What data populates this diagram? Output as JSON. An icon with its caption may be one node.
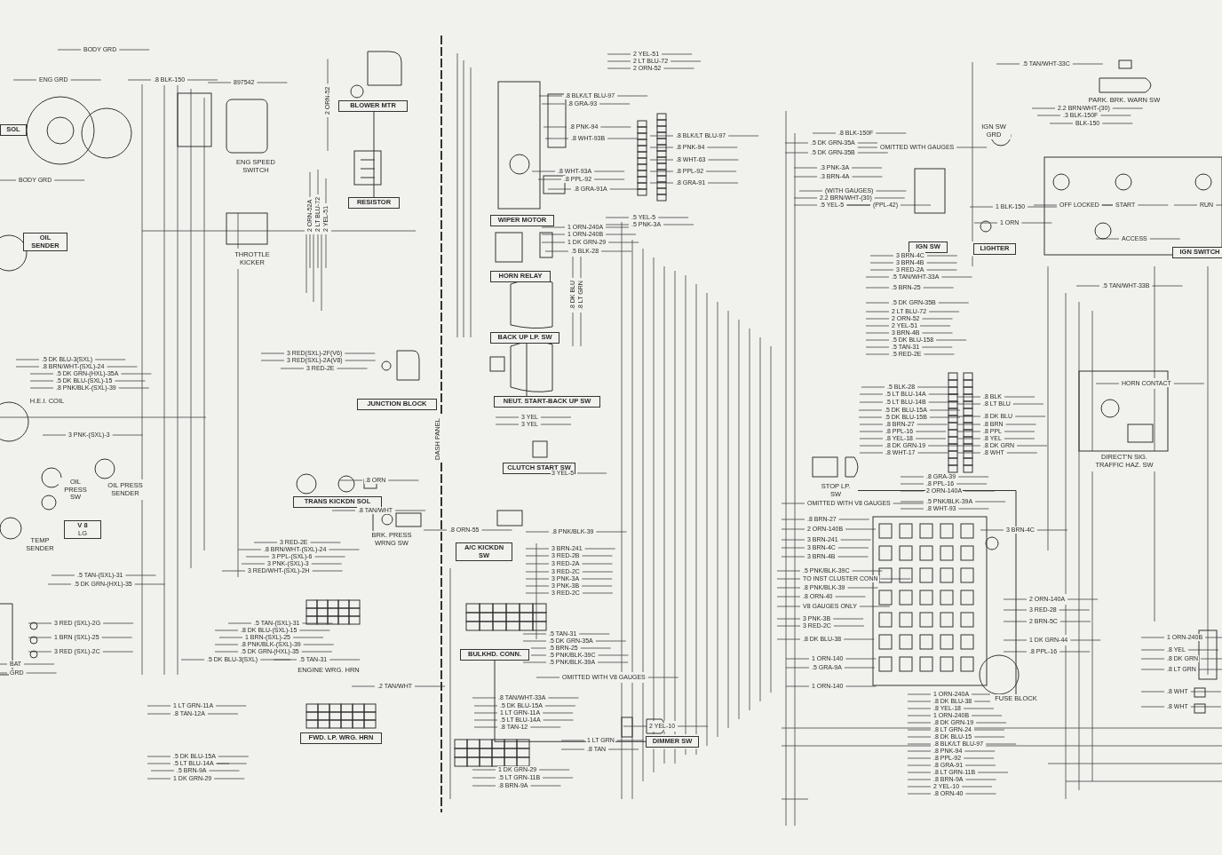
{
  "diagram": {
    "nodes": [
      {
        "text": [
          "SOL"
        ]
      },
      {
        "text": [
          "BLOWER MTR"
        ]
      },
      {
        "text": [
          "ENG SPEED SWITCH"
        ]
      },
      {
        "text": [
          "RESISTOR"
        ]
      },
      {
        "text": [
          "OIL SENDER"
        ]
      },
      {
        "text": [
          "THROTTLE KICKER"
        ]
      },
      {
        "text": [
          "JUNCTION BLOCK"
        ]
      },
      {
        "text": [
          "H.E.I. COIL"
        ]
      },
      {
        "text": [
          "OIL PRESS SW"
        ]
      },
      {
        "text": [
          "OIL PRESS SENDER"
        ]
      },
      {
        "text": [
          "TEMP SENDER"
        ]
      },
      {
        "text": [
          "V 8",
          "LG"
        ]
      },
      {
        "text": [
          "TRANS KICKDN SOL"
        ]
      },
      {
        "text": [
          "BRK. PRESS WRNG SW"
        ]
      },
      {
        "text": [
          "ENGINE WRG. HRN"
        ]
      },
      {
        "text": [
          "FWD. LP. WRG. HRN"
        ]
      },
      {
        "text": [
          "WIPER MOTOR"
        ]
      },
      {
        "text": [
          "HORN RELAY"
        ]
      },
      {
        "text": [
          "BACK UP LP. SW"
        ]
      },
      {
        "text": [
          "NEUT. START-BACK UP SW"
        ]
      },
      {
        "text": [
          "CLUTCH START SW"
        ]
      },
      {
        "text": [
          "A/C KICKDN SW"
        ]
      },
      {
        "text": [
          "BULKHD. CONN."
        ]
      },
      {
        "text": [
          "DIMMER SW"
        ]
      },
      {
        "text": [
          "IGN SW"
        ]
      },
      {
        "text": [
          "IGN SW GRD"
        ]
      },
      {
        "text": [
          "LIGHTER"
        ]
      },
      {
        "text": [
          "PARK. BRK. WARN SW"
        ]
      },
      {
        "text": [
          "IGN SWITCH"
        ]
      },
      {
        "text": [
          "DIRECT'N SIG. TRAFFIC HAZ. SW"
        ]
      },
      {
        "text": [
          "STOP LP. SW"
        ]
      },
      {
        "text": [
          "FUSE BLOCK"
        ]
      },
      {
        "text": [
          "DASH PANEL"
        ]
      }
    ],
    "edges": [
      {
        "from": 1,
        "to": 3,
        "arrow": "none"
      },
      {
        "from": 12,
        "to": 13,
        "arrow": "none"
      },
      {
        "from": 23,
        "to": 22,
        "arrow": "none"
      },
      {
        "from": 30,
        "to": 31,
        "arrow": "none"
      },
      {
        "from": 18,
        "to": 19,
        "arrow": "none"
      }
    ],
    "labels": [
      "BODY GRD",
      "ENG GRD",
      ".8 BLK-150",
      "897542",
      "BODY GRD",
      ".5 DK BLU-3(SXL)",
      ".8 BRN/WHT-(SXL)-24",
      ".5 DK GRN-(HXL)-35A",
      ".5 DK BLU-(SXL)-15",
      ".8 PNK/BLK-(SXL)-39",
      "3 RED(SXL)-2F(V6)",
      "3 RED(SXL)-2A(V8)",
      "3 RED-2E",
      "3 PNK-(SXL)-3",
      "3 RED-2E",
      ".8 BRN/WHT-(SXL)-24",
      "3 PPL-(SXL)-6",
      "3 PNK-(SXL)-3",
      "3 RED/WHT-(SXL)-2H",
      ".5 TAN-(SXL)-31",
      ".5 DK GRN-(HXL)-35",
      "3 RED (SXL)-2G",
      "1 BRN (SXL)-25",
      "3 RED (SXL)-2C",
      "BAT",
      "GRD",
      ".5 TAN-(SXL)-31",
      ".8 DK BLU-(SXL)-15",
      "1 BRN-(SXL)-25",
      ".8 PNK/BLK-(SXL)-39",
      ".5 DK GRN-(HXL)-35",
      ".5 DK BLU-3(SXL)",
      ".5 TAN-31",
      ".8 ORN",
      ".8 TAN/WHT",
      ".2 TAN/WHT",
      "1 LT GRN-11A",
      ".8 TAN-12A",
      ".5 DK BLU-15A",
      ".5 LT BLU-14A",
      ".5 BRN-9A",
      "1 DK GRN-29",
      "2 ORN-52",
      "2 ORN-52A",
      "2 LT BLU-72",
      "2 YEL-51",
      "2 YEL-51",
      "2 LT BLU-72",
      "2 ORN-52",
      ".8 BLK/LT BLU-97",
      ".8 GRA-93",
      ".8 PNK-94",
      ".8 WHT-93B",
      ".8 WHT-93A",
      ".8 PPL-92",
      ".8 GRA-91A",
      ".8 BLK/LT BLU-97",
      ".8 PNK-94",
      ".8 WHT-63",
      ".8 PPL-92",
      ".8 GRA-91",
      ".5 YEL-5",
      ".5 PNK-3A",
      "1 ORN-240A",
      "1 ORN-240B",
      "1 DK GRN-29",
      ".5 BLK-28",
      ".8 DK BLU",
      ".8 LT GRN",
      "3 YEL",
      "3 YEL",
      "3 YEL-5",
      ".8 ORN-55",
      ".8 PNK/BLK-39",
      "3 BRN-241",
      "3 RED-2B",
      "3 RED-2A",
      "3 RED-2C",
      "3 PNK-3A",
      "3 PNK-3B",
      "3 RED-2C",
      ".5 TAN-31",
      ".5 DK GRN-35A",
      ".5 BRN-25",
      ".5 PNK/BLK-39C",
      ".5 PNK/BLK-39A",
      "OMITTED WITH V8 GAUGES",
      ".8 TAN/WHT-33A",
      ".5 DK BLU-15A",
      "1 LT GRN-11A",
      ".5 LT BLU-14A",
      ".8 TAN-12",
      "1 LT GRN",
      ".8 TAN",
      "2 YEL-10",
      "1 DK GRN-29",
      ".5 LT GRN-11B",
      ".8 BRN-9A",
      ".5 TAN/WHT-33C",
      "2.2 BRN/WHT-(30)",
      ".3 BLK-150F",
      "BLK-150",
      ".8 BLK-150F",
      ".5 DK GRN-35A",
      ".5 DK GRN-35B",
      "OMITTED WITH GAUGES",
      ".3 PNK-3A",
      ".3 BRN-4A",
      "(WITH GAUGES)",
      "2.2 BRN/WHT-(30)",
      ".5 YEL-5",
      "(PPL-42)",
      "1 BLK-150",
      "1 ORN",
      "OFF LOCKED",
      "START",
      "RUN",
      "ACCESS",
      "3 BRN-4C",
      "3 BRN-4B",
      "3 RED-2A",
      ".5 TAN/WHT-33A",
      ".5 BRN-25",
      ".5 TAN/WHT-33B",
      ".5 DK GRN-35B",
      "2 LT BLU-72",
      "2 ORN-52",
      "2 YEL-51",
      "3 BRN-4B",
      ".5 DK BLU-158",
      ".5 TAN-31",
      ".5 RED-2E",
      ".5 BLK-28",
      ".5 LT BLU-14A",
      ".5 LT BLU-14B",
      ".5 DK BLU-15A",
      ".5 DK BLU-15B",
      ".8 BRN-27",
      ".8 PPL-16",
      ".8 YEL-18",
      ".8 DK GRN-19",
      ".8 WHT-17",
      ".8 BLK",
      ".8 LT BLU",
      ".8 DK BLU",
      ".8 BRN",
      ".8 PPL",
      ".8 YEL",
      ".8 DK GRN",
      ".8 WHT",
      "HORN CONTACT",
      ".8 GRA-39",
      ".8 PPL-16",
      "2 ORN-140A",
      ".5 PNK/BLK-39A",
      ".8 WHT-93",
      "OMITTED WITH V8 GAUGES",
      ".8 BRN-27",
      "2 ORN-140B",
      "3 BRN-241",
      "3 BRN-4C",
      "3 BRN-4B",
      "3 BRN-4C",
      ".5 PNK/BLK-39C",
      "TO INST CLUSTER CONN",
      ".8 PNK/BLK-39",
      ".8 ORN-40",
      "V8 GAUGES ONLY",
      "3 PNK-3B",
      "3 RED-2C",
      "2 ORN-140A",
      "3 RED-28",
      "2 BRN-5C",
      "1 DK GRN-44",
      ".8 PPL-16",
      ".8 DK BLU-38",
      "1 ORN-140",
      ".5 GRA-9A",
      "1 ORN-140",
      "1 ORN-240A",
      ".8 DK BLU-38",
      ".8 YEL-18",
      "1 ORN-240B",
      ".8 DK GRN-19",
      ".8 LT GRN-24",
      ".8 DK BLU-15",
      ".8 BLK/LT BLU-97",
      ".8 PNK-94",
      ".8 PPL-92",
      ".8 GRA-91",
      ".8 LT GRN-11B",
      ".8 BRN-9A",
      "2 YEL-10",
      ".8 ORN-40",
      "1 ORN-240B",
      ".8 YEL",
      ".8 DK GRN",
      ".8 LT GRN",
      ".8 WHT",
      ".8 WHT"
    ]
  }
}
